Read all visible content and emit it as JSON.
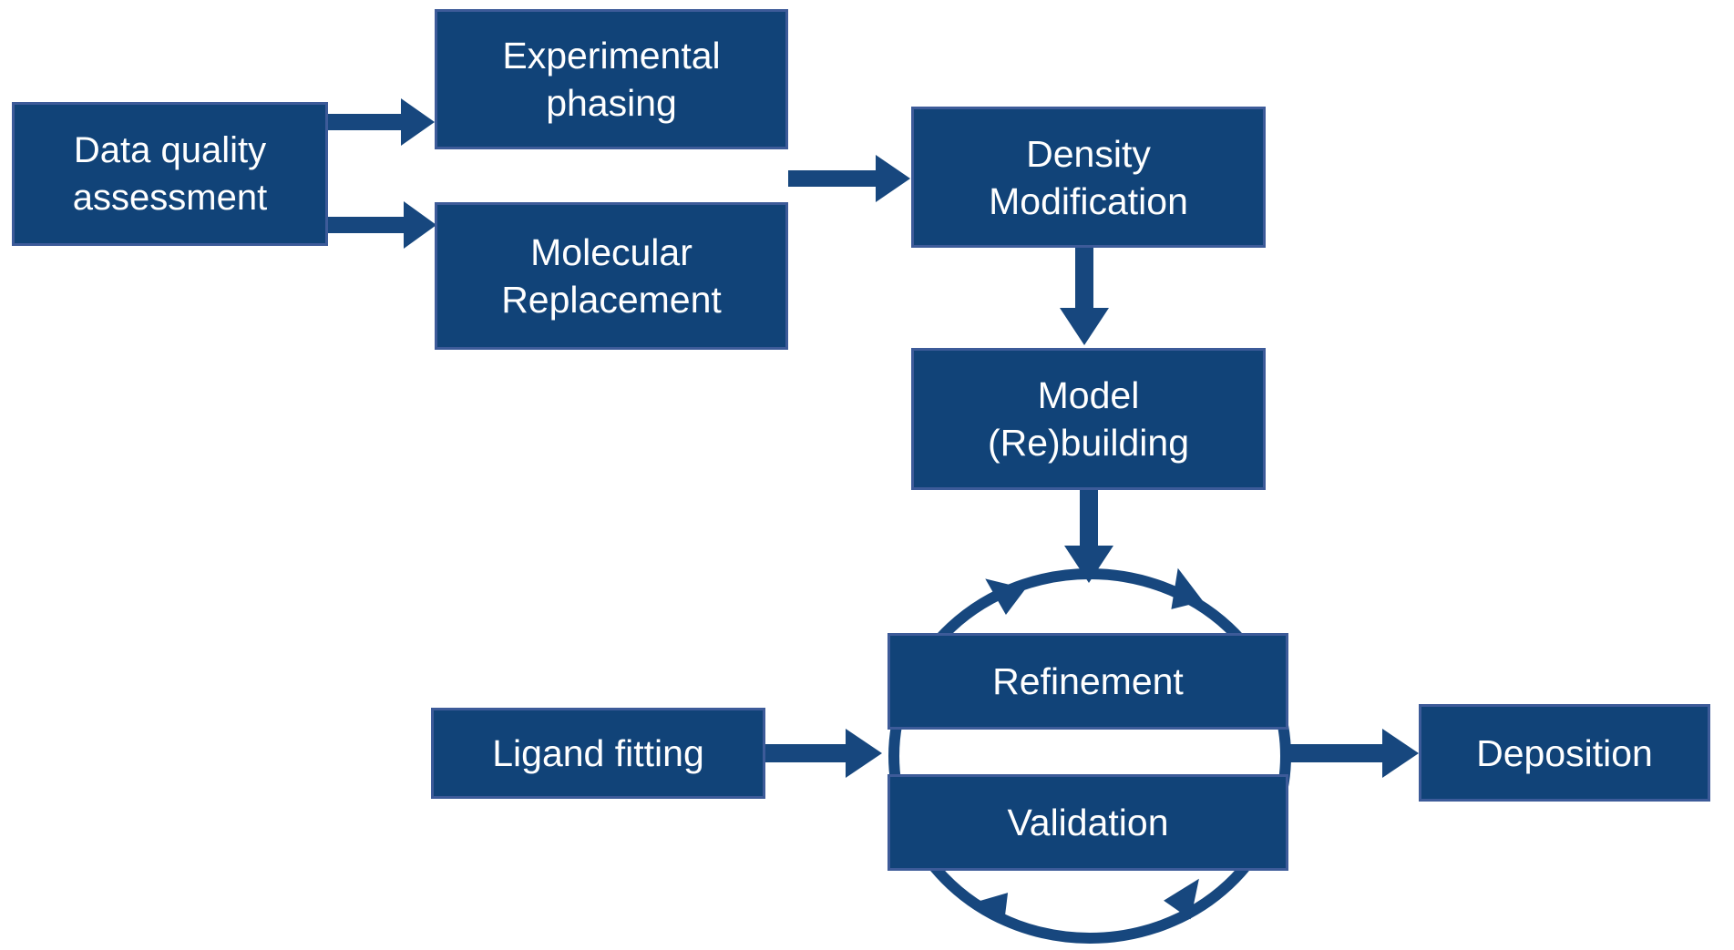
{
  "colors": {
    "box_fill": "#114378",
    "box_border": "#3d5b99",
    "arrow": "#17477e",
    "text": "#ffffff",
    "background": "#ffffff"
  },
  "nodes": {
    "data_quality": {
      "line1": "Data quality",
      "line2": "assessment"
    },
    "experimental_phasing": {
      "line1": "Experimental",
      "line2": "phasing"
    },
    "molecular_replacement": {
      "line1": "Molecular",
      "line2": "Replacement"
    },
    "density_modification": {
      "line1": "Density",
      "line2": "Modification"
    },
    "model_rebuilding": {
      "line1": "Model",
      "line2": "(Re)building"
    },
    "refinement": {
      "line1": "Refinement"
    },
    "validation": {
      "line1": "Validation"
    },
    "ligand_fitting": {
      "line1": "Ligand fitting"
    },
    "deposition": {
      "line1": "Deposition"
    }
  },
  "connections": [
    {
      "from": "Data quality assessment",
      "to": "Experimental phasing"
    },
    {
      "from": "Data quality assessment",
      "to": "Molecular Replacement"
    },
    {
      "from": "Experimental phasing / Molecular Replacement",
      "to": "Density Modification"
    },
    {
      "from": "Density Modification",
      "to": "Model (Re)building"
    },
    {
      "from": "Model (Re)building",
      "to": "Refinement / Validation cycle"
    },
    {
      "from": "Ligand fitting",
      "to": "Refinement / Validation cycle"
    },
    {
      "from": "Refinement / Validation cycle",
      "to": "Deposition"
    },
    {
      "type": "cycle",
      "between": [
        "Refinement",
        "Validation"
      ]
    }
  ]
}
